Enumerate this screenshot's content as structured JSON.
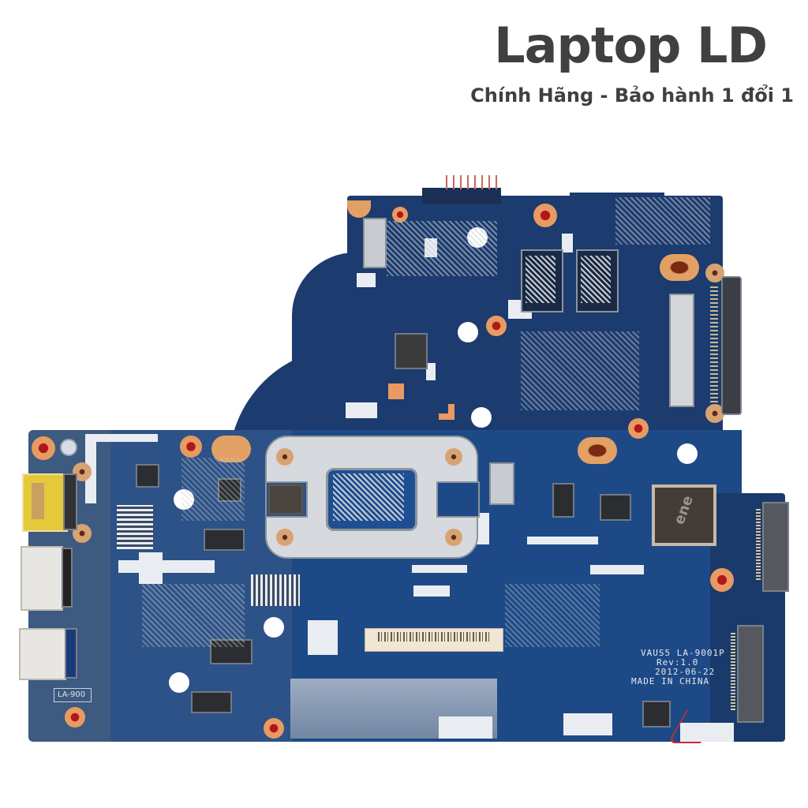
{
  "caption": {
    "brand": "Laptop LD",
    "tagline": "Chính Hãng - Bảo hành 1 đổi 1"
  },
  "board": {
    "silkscreen_model": "VAUS5 LA-9001P",
    "silkscreen_rev": "Rev:1.0",
    "silkscreen_date": "2012-06-22",
    "silkscreen_origin": "MADE IN CHINA",
    "sub_board_label": "LA-900",
    "ene_chip_mark": "ene"
  },
  "colors": {
    "pcb": "#1c3b6e",
    "pcb_left_section": "#3d5a80",
    "heatsink_bracket": "#d6d9dd",
    "copper_pad": "#e3a064",
    "caption_text": "#404040"
  }
}
